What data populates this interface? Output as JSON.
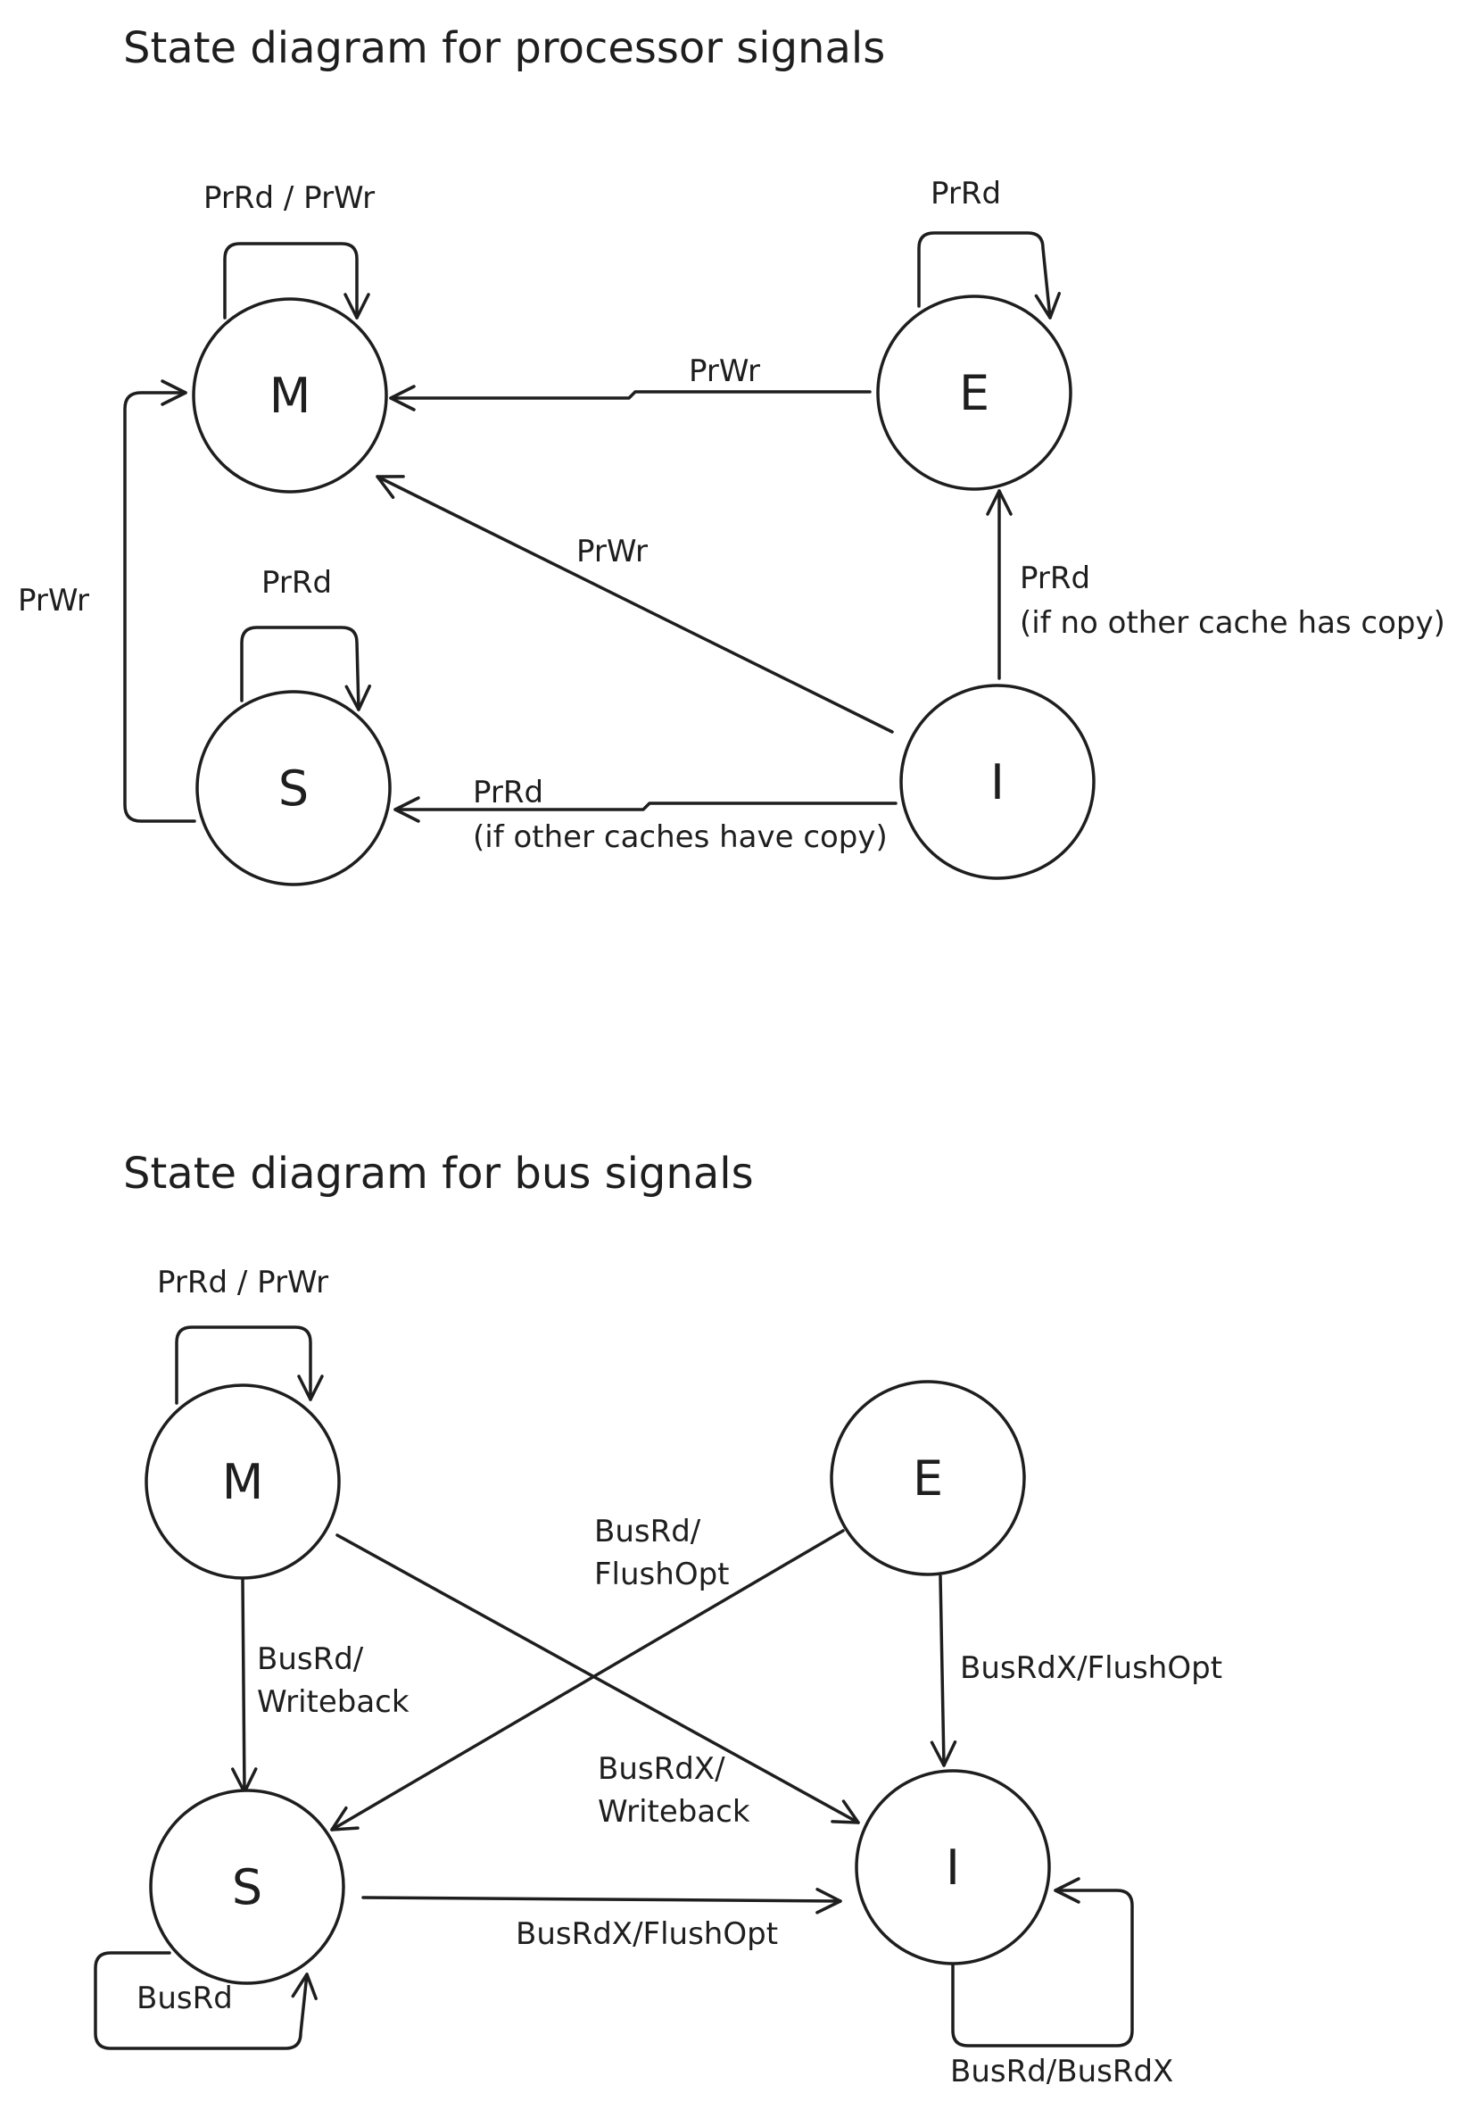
{
  "processor_diagram": {
    "title": "State diagram for processor signals",
    "states": {
      "M": "M",
      "E": "E",
      "S": "S",
      "I": "I"
    },
    "transitions": {
      "m_self": "PrRd / PrWr",
      "e_self": "PrRd",
      "s_self": "PrRd",
      "e_to_m": "PrWr",
      "i_to_m": "PrWr",
      "s_to_m": "PrWr",
      "i_to_e": {
        "line1": "PrRd",
        "line2": "(if no other cache has copy)"
      },
      "i_to_s": {
        "line1": "PrRd",
        "line2": "(if other caches have copy)"
      }
    }
  },
  "bus_diagram": {
    "title": "State diagram for bus signals",
    "states": {
      "M": "M",
      "E": "E",
      "S": "S",
      "I": "I"
    },
    "transitions": {
      "m_self": "PrRd / PrWr",
      "e_to_s": {
        "line1": "BusRd/",
        "line2": "FlushOpt"
      },
      "m_to_s": {
        "line1": "BusRd/",
        "line2": "Writeback"
      },
      "e_to_i": "BusRdX/FlushOpt",
      "m_to_i": {
        "line1": "BusRdX/",
        "line2": "Writeback"
      },
      "s_to_i": "BusRdX/FlushOpt",
      "s_self": "BusRd",
      "i_self": "BusRd/BusRdX"
    }
  }
}
